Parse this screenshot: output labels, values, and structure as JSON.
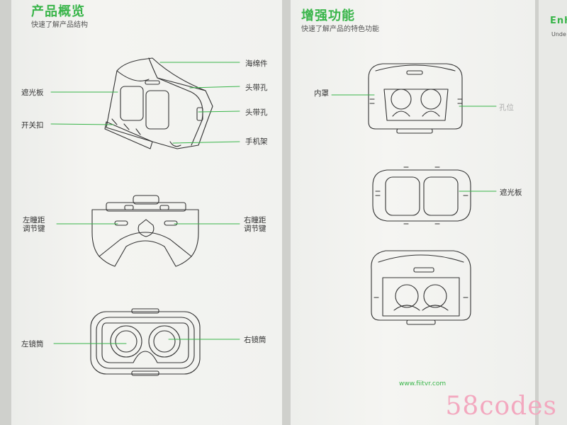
{
  "left": {
    "title": "产品概览",
    "subtitle": "快速了解产品结构",
    "labels": {
      "sponge": "海绵件",
      "shade_plate": "遮光板",
      "strap_hole_1": "头带孔",
      "strap_hole_2": "头带孔",
      "switch_clip": "开关扣",
      "phone_holder": "手机架",
      "left_ipd": "左瞳距调节键",
      "right_ipd": "右瞳距调节键",
      "left_lens": "左镜筒",
      "right_lens": "右镜筒"
    }
  },
  "right": {
    "title": "增强功能",
    "subtitle": "快速了解产品的特色功能",
    "labels": {
      "inner_cover": "内罩",
      "hole": "孔位",
      "shade_plate": "遮光板"
    },
    "url": "www.fiitvr.com"
  },
  "far": {
    "title": "Enh",
    "subtitle": "Unde"
  },
  "colors": {
    "accent": "#39b54a",
    "line": "#333333",
    "leader": "#39b54a"
  },
  "watermark": "58codes"
}
